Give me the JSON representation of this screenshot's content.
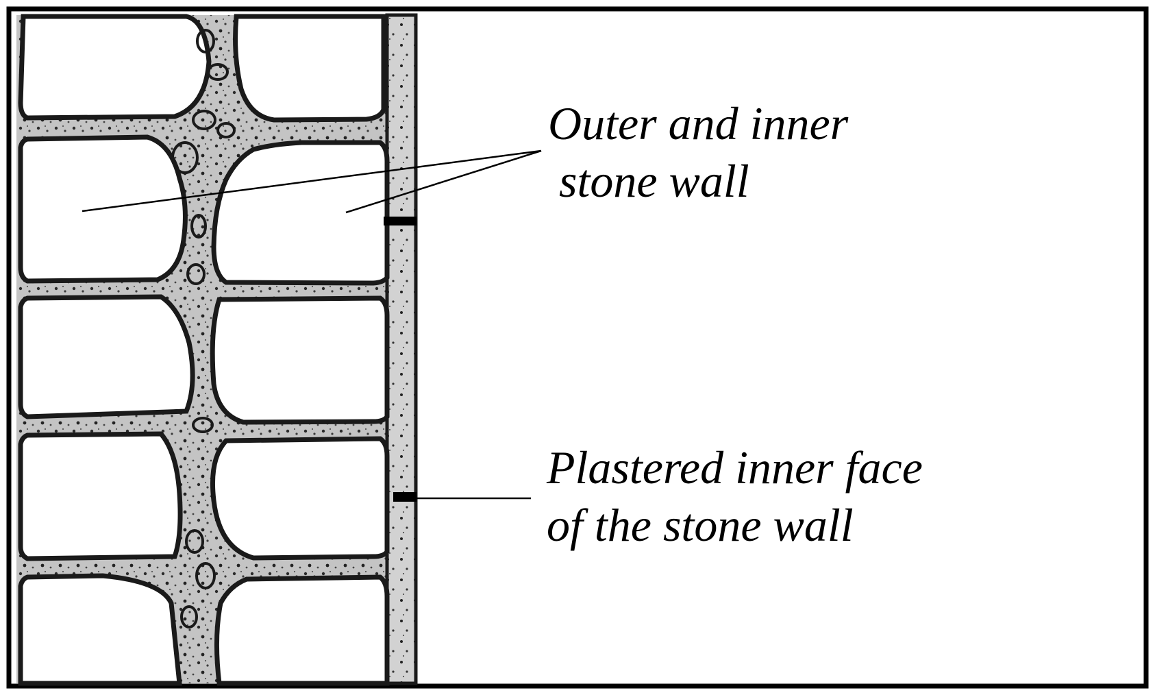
{
  "labels": {
    "outer_inner": {
      "line1": "Outer and inner",
      "line2": "stone wall"
    },
    "plastered": {
      "line1": "Plastered inner face",
      "line2": "of the stone wall"
    }
  },
  "colors": {
    "frame": "#000000",
    "mortar": "#c4c4c4",
    "stone": "#ffffff",
    "outline": "#1a1a1a",
    "plaster": "#cfcfcf"
  }
}
